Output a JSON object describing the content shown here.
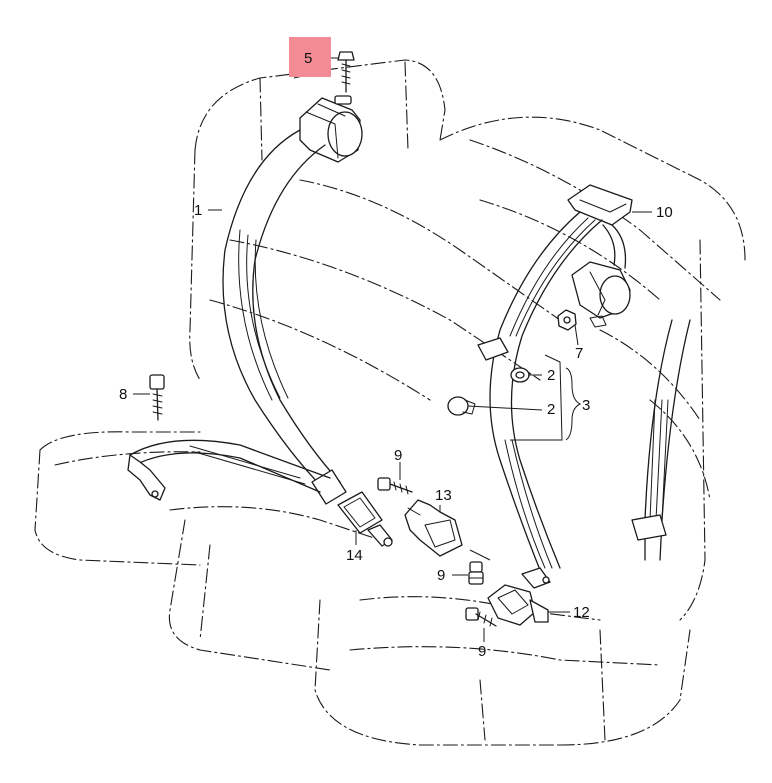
{
  "diagram": {
    "highlight_color": "#f28b93",
    "line_color": "#1a1a1a",
    "callouts": {
      "c1": "1",
      "c2a": "2",
      "c2b": "2",
      "c3": "3",
      "c5": "5",
      "c7": "7",
      "c8": "8",
      "c9a": "9",
      "c9b": "9",
      "c9c": "9",
      "c10": "10",
      "c12": "12",
      "c13": "13",
      "c14": "14"
    },
    "highlighted_callout": "5"
  }
}
